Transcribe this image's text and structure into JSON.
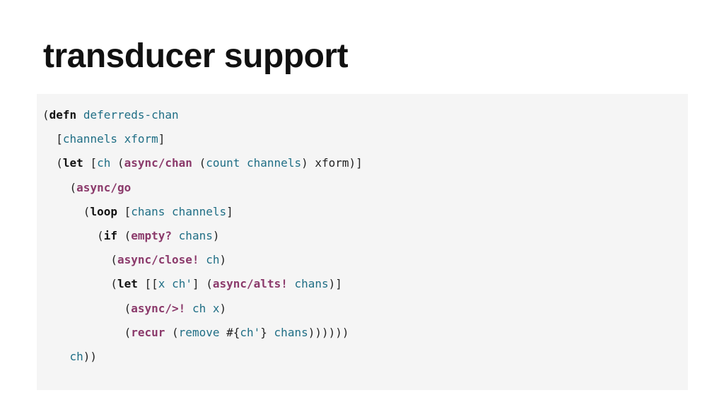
{
  "slide": {
    "title": "transducer support"
  },
  "code": {
    "lines": [
      [
        {
          "t": "plain",
          "v": "("
        },
        {
          "t": "kw",
          "v": "defn"
        },
        {
          "t": "plain",
          "v": " "
        },
        {
          "t": "sym",
          "v": "deferreds-chan"
        }
      ],
      [
        {
          "t": "plain",
          "v": "  ["
        },
        {
          "t": "sym",
          "v": "channels"
        },
        {
          "t": "plain",
          "v": " "
        },
        {
          "t": "sym",
          "v": "xform"
        },
        {
          "t": "plain",
          "v": "]"
        }
      ],
      [
        {
          "t": "plain",
          "v": "  ("
        },
        {
          "t": "kw",
          "v": "let"
        },
        {
          "t": "plain",
          "v": " ["
        },
        {
          "t": "sym",
          "v": "ch"
        },
        {
          "t": "plain",
          "v": " ("
        },
        {
          "t": "fn",
          "v": "async/chan"
        },
        {
          "t": "plain",
          "v": " ("
        },
        {
          "t": "bi",
          "v": "count"
        },
        {
          "t": "plain",
          "v": " "
        },
        {
          "t": "sym",
          "v": "channels"
        },
        {
          "t": "plain",
          "v": ") xform)]"
        }
      ],
      [
        {
          "t": "plain",
          "v": "    ("
        },
        {
          "t": "fn",
          "v": "async/go"
        }
      ],
      [
        {
          "t": "plain",
          "v": "      ("
        },
        {
          "t": "kw",
          "v": "loop"
        },
        {
          "t": "plain",
          "v": " ["
        },
        {
          "t": "sym",
          "v": "chans"
        },
        {
          "t": "plain",
          "v": " "
        },
        {
          "t": "sym",
          "v": "channels"
        },
        {
          "t": "plain",
          "v": "]"
        }
      ],
      [
        {
          "t": "plain",
          "v": "        ("
        },
        {
          "t": "kw",
          "v": "if"
        },
        {
          "t": "plain",
          "v": " ("
        },
        {
          "t": "fn",
          "v": "empty?"
        },
        {
          "t": "plain",
          "v": " "
        },
        {
          "t": "sym",
          "v": "chans"
        },
        {
          "t": "plain",
          "v": ")"
        }
      ],
      [
        {
          "t": "plain",
          "v": "          ("
        },
        {
          "t": "fn",
          "v": "async/close!"
        },
        {
          "t": "plain",
          "v": " "
        },
        {
          "t": "sym",
          "v": "ch"
        },
        {
          "t": "plain",
          "v": ")"
        }
      ],
      [
        {
          "t": "plain",
          "v": "          ("
        },
        {
          "t": "kw",
          "v": "let"
        },
        {
          "t": "plain",
          "v": " [["
        },
        {
          "t": "sym",
          "v": "x"
        },
        {
          "t": "plain",
          "v": " "
        },
        {
          "t": "sym",
          "v": "ch'"
        },
        {
          "t": "plain",
          "v": "] ("
        },
        {
          "t": "fn",
          "v": "async/alts!"
        },
        {
          "t": "plain",
          "v": " "
        },
        {
          "t": "sym",
          "v": "chans"
        },
        {
          "t": "plain",
          "v": ")]"
        }
      ],
      [
        {
          "t": "plain",
          "v": "            ("
        },
        {
          "t": "fn",
          "v": "async/>!"
        },
        {
          "t": "plain",
          "v": " "
        },
        {
          "t": "sym",
          "v": "ch"
        },
        {
          "t": "plain",
          "v": " "
        },
        {
          "t": "sym",
          "v": "x"
        },
        {
          "t": "plain",
          "v": ")"
        }
      ],
      [
        {
          "t": "plain",
          "v": "            ("
        },
        {
          "t": "fn",
          "v": "recur"
        },
        {
          "t": "plain",
          "v": " ("
        },
        {
          "t": "bi",
          "v": "remove"
        },
        {
          "t": "plain",
          "v": " #{"
        },
        {
          "t": "sym",
          "v": "ch'"
        },
        {
          "t": "plain",
          "v": "} "
        },
        {
          "t": "sym",
          "v": "chans"
        },
        {
          "t": "plain",
          "v": "))))))"
        }
      ],
      [
        {
          "t": "plain",
          "v": "    "
        },
        {
          "t": "sym",
          "v": "ch"
        },
        {
          "t": "plain",
          "v": "))"
        }
      ]
    ]
  },
  "colors": {
    "keyword": "#111111",
    "function": "#8b3a6b",
    "symbol": "#1f6e85",
    "panel_background": "#f5f5f5"
  }
}
